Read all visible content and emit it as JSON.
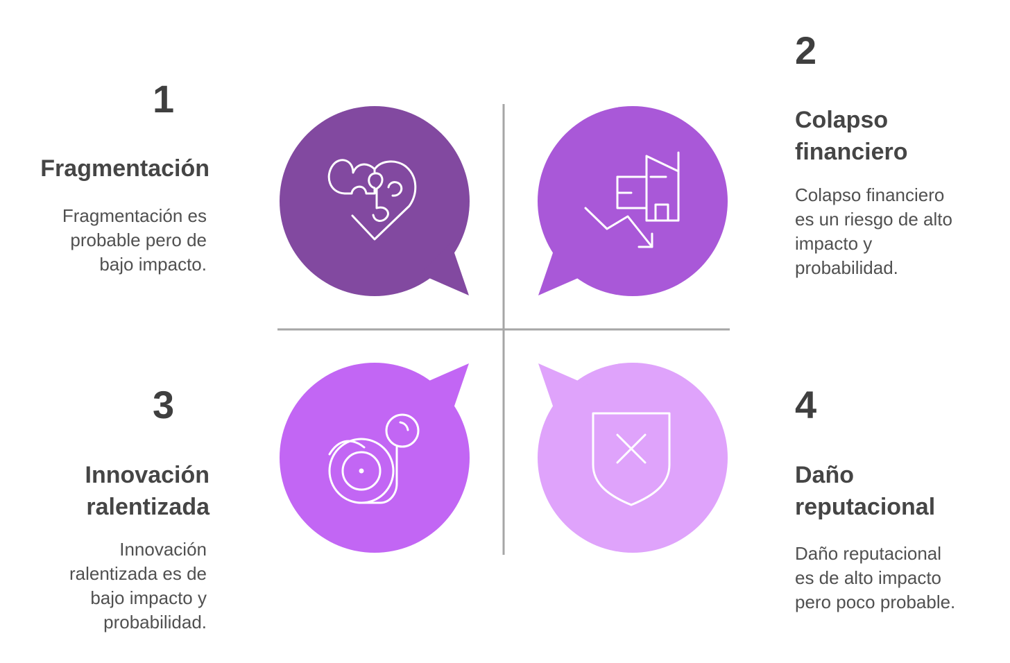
{
  "colors": {
    "q1": "#8249a0",
    "q2": "#a958d8",
    "q3": "#c266f4",
    "q4": "#dfa3fb",
    "axis": "#a6a6a6",
    "icon_stroke": "#ffffff",
    "number_text": "#3f3f3f",
    "title_text": "#454545",
    "desc_text": "#505050"
  },
  "quadrants": [
    {
      "number": "1",
      "title": "Fragmentación",
      "description": "Fragmentación es\nprobable pero de\nbajo impacto.",
      "icon": "puzzle-heart-icon"
    },
    {
      "number": "2",
      "title": "Colapso\nfinanciero",
      "description": "Colapso financiero\nes un riesgo de alto\nimpacto y\nprobabilidad.",
      "icon": "falling-buildings-chart-icon"
    },
    {
      "number": "3",
      "title": "Innovación\nralentizada",
      "description": "Innovación\nralentizada es de\nbajo impacto y\nprobabilidad.",
      "icon": "snail-icon"
    },
    {
      "number": "4",
      "title": "Daño\nreputacional",
      "description": "Daño reputacional\nes de alto impacto\npero poco probable.",
      "icon": "shield-x-icon"
    }
  ]
}
